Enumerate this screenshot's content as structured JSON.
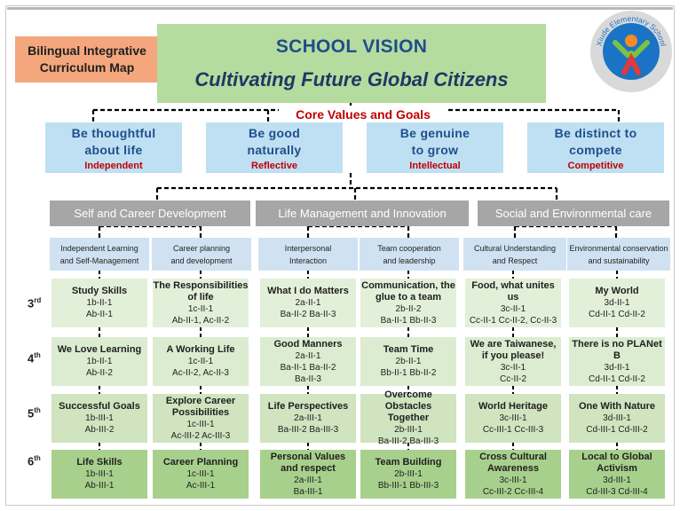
{
  "header": {
    "curriculum_badge": [
      "Bilingual Integrative",
      "Curriculum Map"
    ],
    "vision_title": "SCHOOL VISION",
    "vision_slogan": "Cultivating Future Global Citizens",
    "logo_text": "Xiude Elementary School"
  },
  "core_values": {
    "label": "Core Values and Goals",
    "items": [
      {
        "title": [
          "Be thoughtful",
          "about life"
        ],
        "value": "Independent"
      },
      {
        "title": [
          "Be good",
          "naturally"
        ],
        "value": "Reflective"
      },
      {
        "title": [
          "Be genuine",
          "to grow"
        ],
        "value": "Intellectual"
      },
      {
        "title": [
          "Be distinct to",
          "compete"
        ],
        "value": "Competitive"
      }
    ]
  },
  "dimensions": [
    "Self and  Career Development",
    "Life Management and Innovation",
    "Social and Environmental care"
  ],
  "subdimensions": [
    [
      "Independent Learning",
      "and Self-Management"
    ],
    [
      "Career planning",
      "and development"
    ],
    [
      "Interpersonal",
      "Interaction"
    ],
    [
      "Team cooperation",
      "and leadership"
    ],
    [
      "Cultural Understanding",
      "and Respect"
    ],
    [
      "Environmental conservation",
      "and sustainability"
    ]
  ],
  "grades": [
    {
      "num": "3",
      "suffix": "rd"
    },
    {
      "num": "4",
      "suffix": "th"
    },
    {
      "num": "5",
      "suffix": "th"
    },
    {
      "num": "6",
      "suffix": "th"
    }
  ],
  "rows": [
    [
      {
        "title": [
          "Study Skills"
        ],
        "codes": [
          "1b-II-1",
          "Ab-II-1"
        ]
      },
      {
        "title": [
          "The Responsibilities",
          "of life"
        ],
        "codes": [
          "1c-II-1",
          "Ab-II-1, Ac-II-2"
        ]
      },
      {
        "title": [
          "What I do Matters"
        ],
        "codes": [
          "2a-II-1",
          "Ba-II-2  Ba-II-3"
        ]
      },
      {
        "title": [
          "Communication, the",
          "glue to a team"
        ],
        "codes": [
          "2b-II-2",
          "Ba-II-1  Bb-II-3"
        ]
      },
      {
        "title": [
          "Food, what unites us"
        ],
        "codes": [
          "3c-II-1",
          "Cc-II-1  Cc-II-2, Cc-II-3"
        ]
      },
      {
        "title": [
          "My World"
        ],
        "codes": [
          "3d-II-1",
          "Cd-II-1  Cd-II-2"
        ]
      }
    ],
    [
      {
        "title": [
          "We Love Learning"
        ],
        "codes": [
          "1b-II-1",
          "Ab-II-2"
        ]
      },
      {
        "title": [
          "A Working Life"
        ],
        "codes": [
          "1c-II-1",
          "Ac-II-2, Ac-II-3"
        ]
      },
      {
        "title": [
          "Good Manners"
        ],
        "codes": [
          "2a-II-1",
          "Ba-II-1  Ba-II-2",
          "Ba-II-3"
        ]
      },
      {
        "title": [
          "Team Time"
        ],
        "codes": [
          "2b-II-1",
          "Bb-II-1  Bb-II-2"
        ]
      },
      {
        "title": [
          "We are Taiwanese,",
          "if you please!"
        ],
        "codes": [
          "3c-II-1",
          "Cc-II-2"
        ]
      },
      {
        "title": [
          "There is no PLANet B"
        ],
        "codes": [
          "3d-II-1",
          "Cd-II-1  Cd-II-2"
        ]
      }
    ],
    [
      {
        "title": [
          "Successful Goals"
        ],
        "codes": [
          "1b-III-1",
          "Ab-III-2"
        ]
      },
      {
        "title": [
          "Explore Career",
          "Possibilities"
        ],
        "codes": [
          "1c-III-1",
          "Ac-III-2  Ac-III-3"
        ]
      },
      {
        "title": [
          "Life Perspectives"
        ],
        "codes": [
          "2a-III-1",
          "Ba-III-2  Ba-III-3"
        ]
      },
      {
        "title": [
          "Overcome Obstacles",
          "Together"
        ],
        "codes": [
          "2b-III-1",
          "Ba-III-2  Ba-III-3"
        ]
      },
      {
        "title": [
          "World Heritage"
        ],
        "codes": [
          "3c-III-1",
          "Cc-III-1  Cc-III-3"
        ]
      },
      {
        "title": [
          "One With Nature"
        ],
        "codes": [
          "3d-III-1",
          "Cd-III-1  Cd-III-2"
        ]
      }
    ],
    [
      {
        "title": [
          "Life Skills"
        ],
        "codes": [
          "1b-III-1",
          "Ab-III-1"
        ]
      },
      {
        "title": [
          "Career Planning"
        ],
        "codes": [
          "1c-III-1",
          "Ac-III-1"
        ]
      },
      {
        "title": [
          "Personal Values",
          "and respect"
        ],
        "codes": [
          "2a-III-1",
          "Ba-III-1"
        ]
      },
      {
        "title": [
          "Team Building"
        ],
        "codes": [
          "2b-III-1",
          "Bb-III-1  Bb-III-3"
        ]
      },
      {
        "title": [
          "Cross Cultural",
          "Awareness"
        ],
        "codes": [
          "3c-III-1",
          "Cc-III-2  Cc-III-4"
        ]
      },
      {
        "title": [
          "Local to Global",
          "Activism"
        ],
        "codes": [
          "3d-III-1",
          "Cd-III-3  Cd-III-4"
        ]
      }
    ]
  ],
  "colors": {
    "vision_bg": "#b6db9f",
    "badge_bg": "#f4a77d",
    "core_red": "#c00000",
    "value_blue": "#1f4e8c",
    "value_bg": "#bfe0f3",
    "dimension_bg": "#a6a6a6",
    "sub_bg": "#d0e2f2",
    "row_bgs": [
      "#e3f0d9",
      "#dcecd0",
      "#cfe4bf",
      "#a8d08d"
    ]
  }
}
